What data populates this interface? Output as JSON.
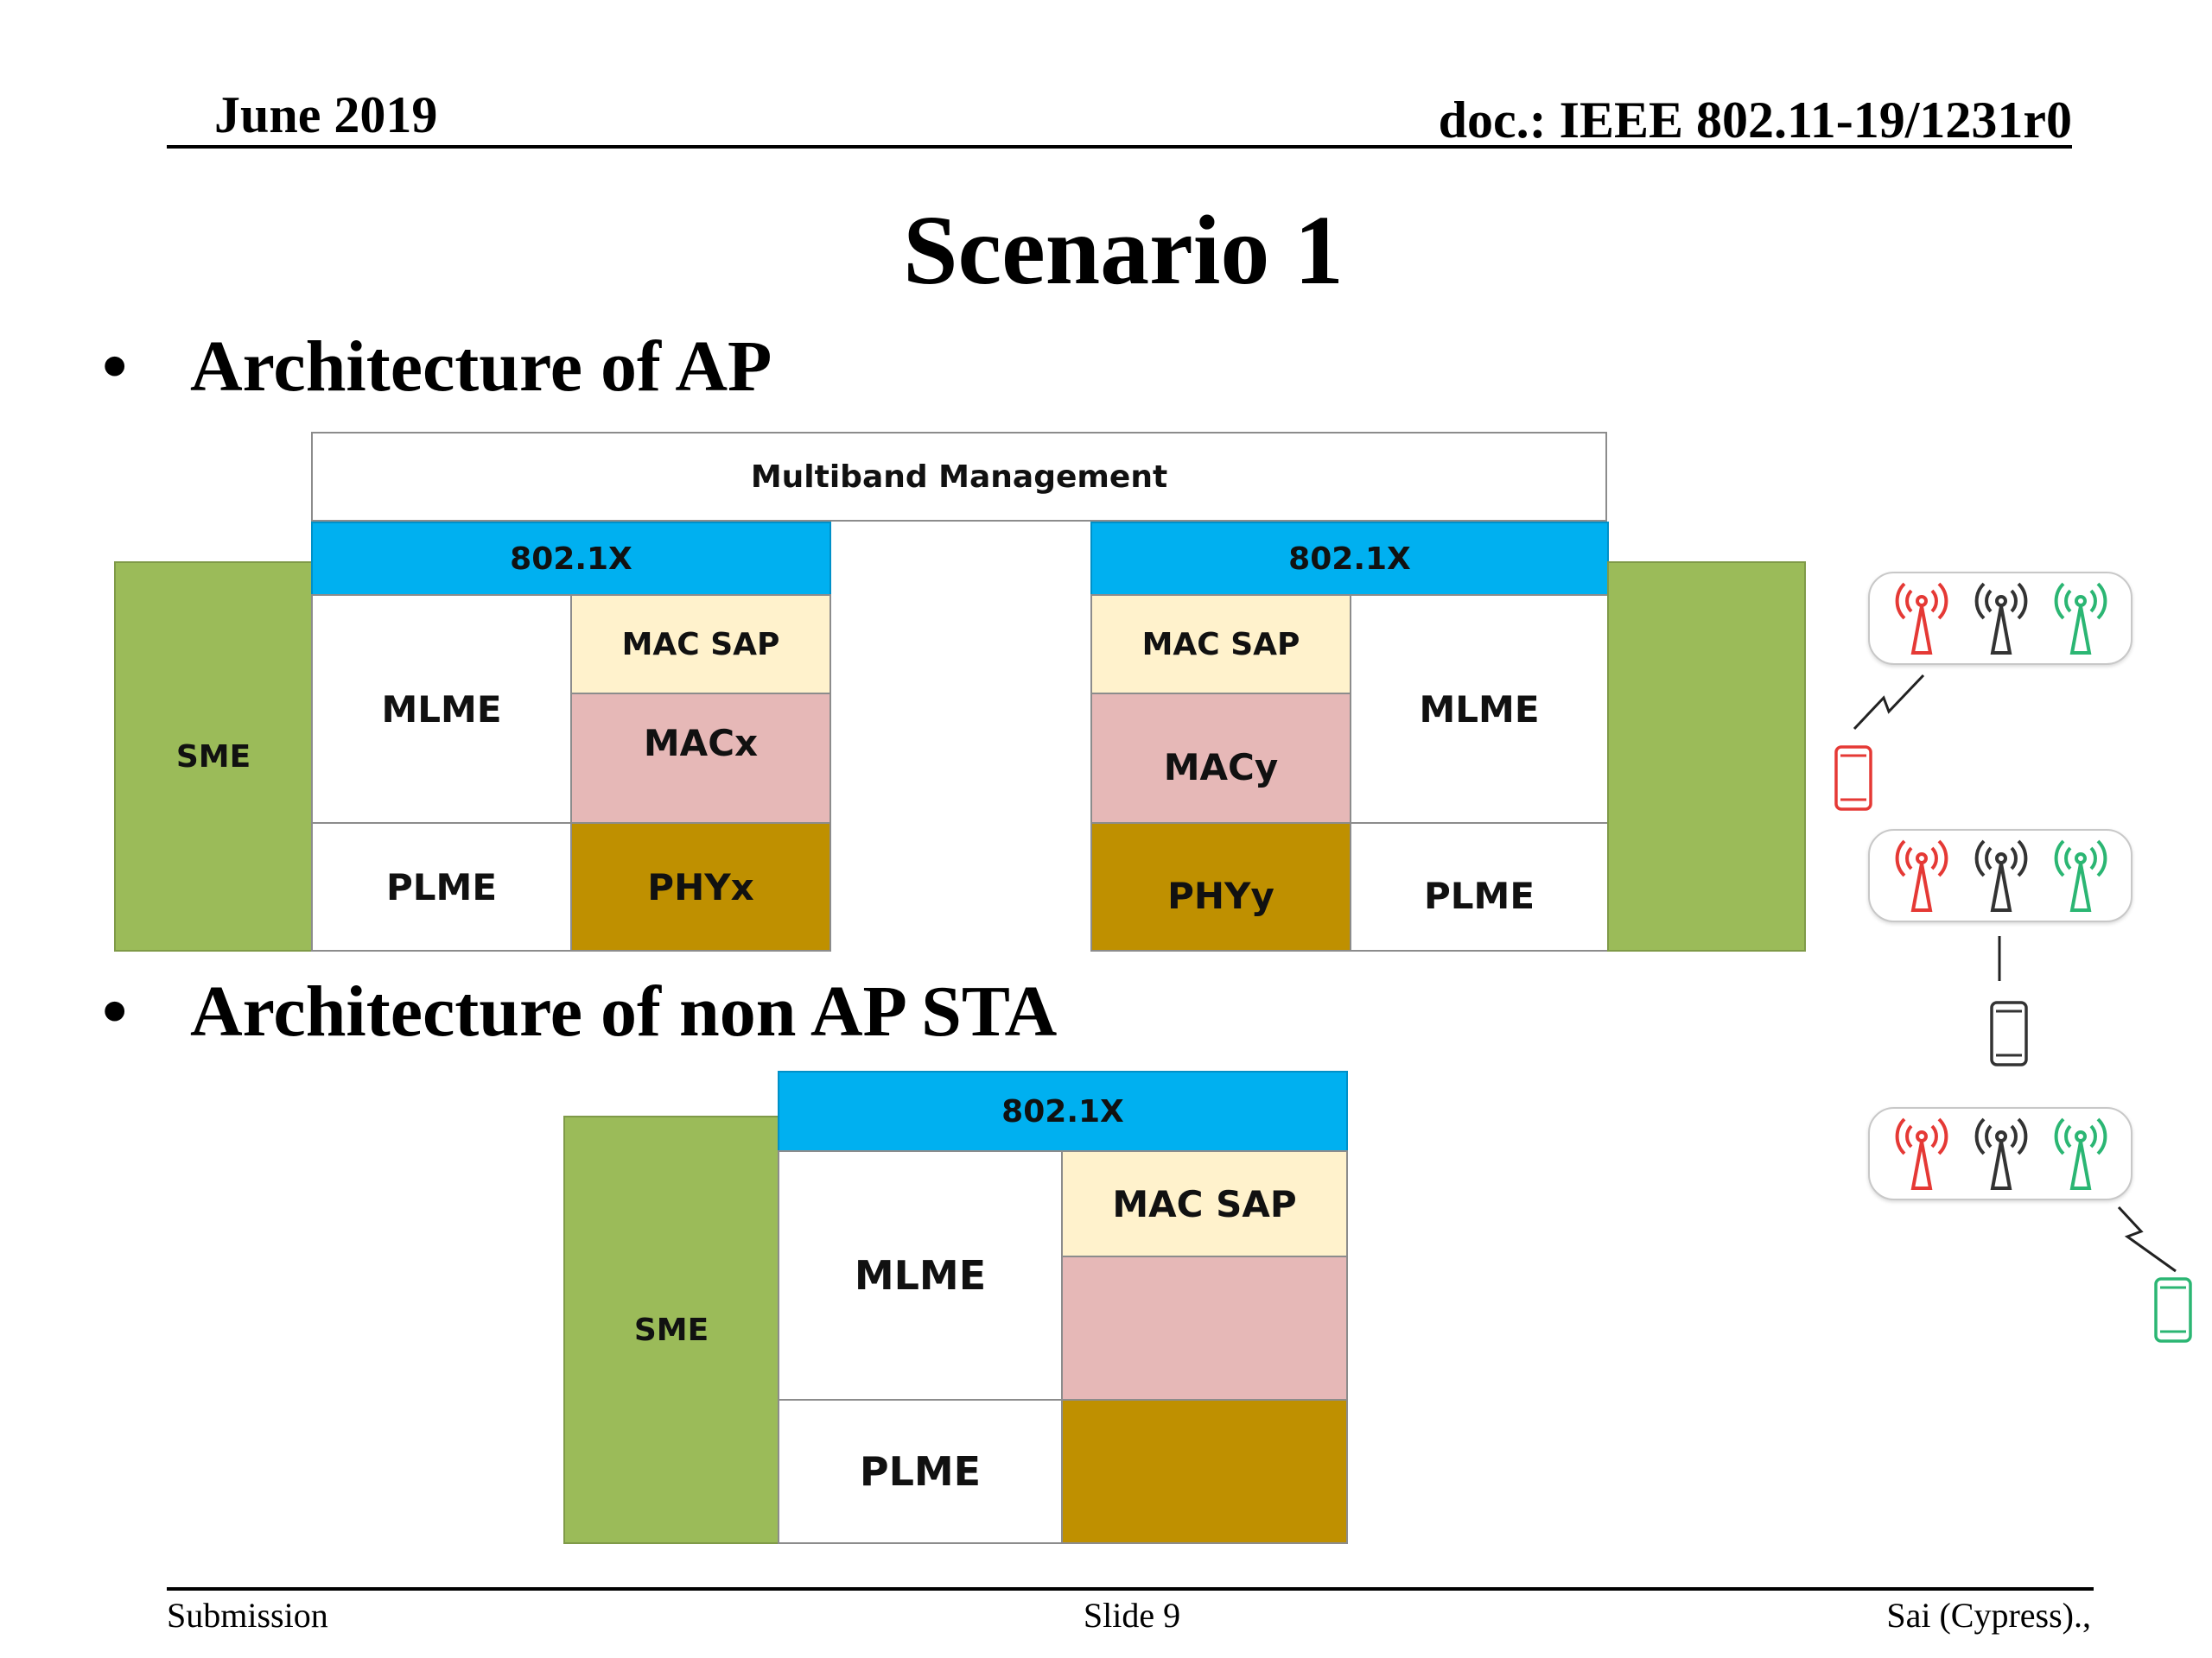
{
  "header": {
    "date": "June 2019",
    "doc": "doc.: IEEE 802.11-19/1231r0"
  },
  "title": "Scenario 1",
  "bullets": {
    "dot": "•",
    "ap": "Architecture of AP",
    "sta": "Architecture of non AP STA"
  },
  "ap_diagram": {
    "multiband": "Multiband Management",
    "left": {
      "sme": "SME",
      "dot1x": "802.1X",
      "mlme": "MLME",
      "plme": "PLME",
      "mac_sap": "MAC SAP",
      "mac": "MACx",
      "phy": "PHYx"
    },
    "right": {
      "dot1x": "802.1X",
      "mlme": "MLME",
      "plme": "PLME",
      "mac_sap": "MAC SAP",
      "mac": "MACy",
      "phy": "PHYy"
    }
  },
  "sta_diagram": {
    "sme": "SME",
    "dot1x": "802.1X",
    "mlme": "MLME",
    "plme": "PLME",
    "mac_sap": "MAC SAP"
  },
  "colors": {
    "sme_green": "#9bbb59",
    "dot1x_blue": "#00b0f0",
    "mac_sap_cream": "#fff2cc",
    "mac_pink": "#e6b8b7",
    "phy_brown": "#bf9000",
    "icon_red": "#e53935",
    "icon_black": "#333333",
    "icon_green": "#2bb673"
  },
  "icons": [
    "antenna-tower-icon",
    "phone-icon"
  ],
  "footer": {
    "left": "Submission",
    "center": "Slide 9",
    "right": "Sai (Cypress).,"
  }
}
